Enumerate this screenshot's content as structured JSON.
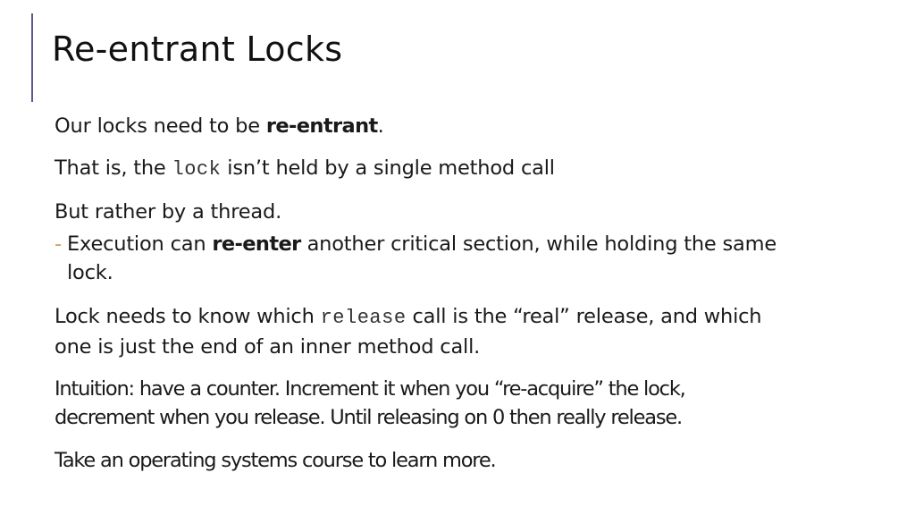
{
  "slide": {
    "title": "Re-entrant Locks",
    "accent_color": "#5c5a8a",
    "bullet_dash_color": "#c8a060",
    "paragraphs": {
      "p1": {
        "before": "Our locks need to be ",
        "bold": "re-entrant",
        "after": "."
      },
      "p2": {
        "before": "That is, the ",
        "code": "lock",
        "after": " isn’t held by a single method call"
      },
      "p3": {
        "text": "But rather by a thread."
      },
      "p3_sub": {
        "dash": "-",
        "before": "Execution can ",
        "bold": "re-enter",
        "after_line1": " another critical section, while holding the same",
        "after_line2": "lock."
      },
      "p4": {
        "before": "Lock needs to know which ",
        "code": "release",
        "after_line1": " call is the “real” release, and which",
        "after_line2": "one is just the end of an inner method call."
      },
      "p5": {
        "line1": "Intuition: have a counter. Increment it when you “re-acquire” the lock,",
        "line2": "decrement when you release. Until releasing on 0 then really release."
      },
      "p6": {
        "text": "Take an operating systems course to learn more."
      }
    }
  }
}
